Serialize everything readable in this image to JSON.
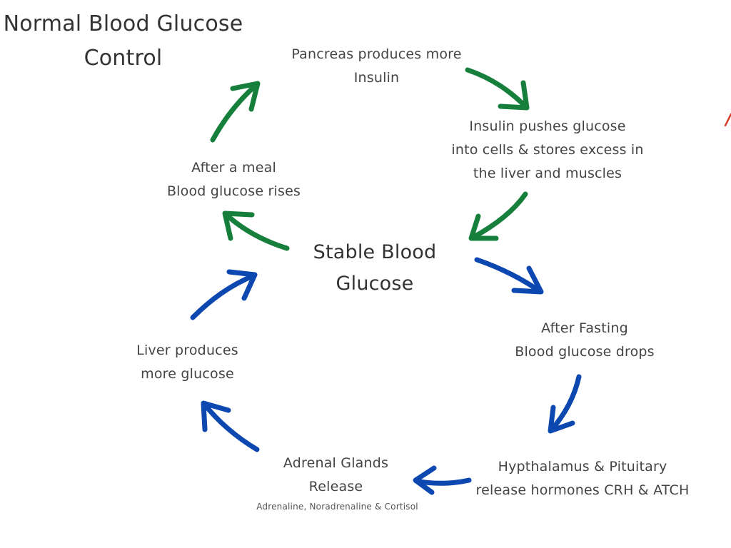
{
  "title": {
    "line1": "Normal Blood Glucose",
    "line2": "Control"
  },
  "center": {
    "line1": "Stable Blood",
    "line2": "Glucose"
  },
  "nodes": {
    "pancreas": {
      "line1": "Pancreas produces more",
      "line2": "Insulin"
    },
    "insulin": {
      "line1": "Insulin pushes glucose",
      "line2": "into cells & stores excess in",
      "line3": "the liver and muscles"
    },
    "meal": {
      "line1": "After a meal",
      "line2": "Blood glucose rises"
    },
    "fasting": {
      "line1": "After Fasting",
      "line2": "Blood glucose drops"
    },
    "hypothalamus": {
      "line1": "Hypthalamus & Pituitary",
      "line2": "release hormones CRH & ATCH"
    },
    "adrenal": {
      "line1": "Adrenal Glands",
      "line2": "Release",
      "note": "Adrenaline, Noradrenaline & Cortisol"
    },
    "liver": {
      "line1": "Liver produces",
      "line2": "more glucose"
    }
  },
  "colors": {
    "high_cycle": "#157f3b",
    "low_cycle": "#0d47b0",
    "edge_mark": "#d43a2a"
  }
}
